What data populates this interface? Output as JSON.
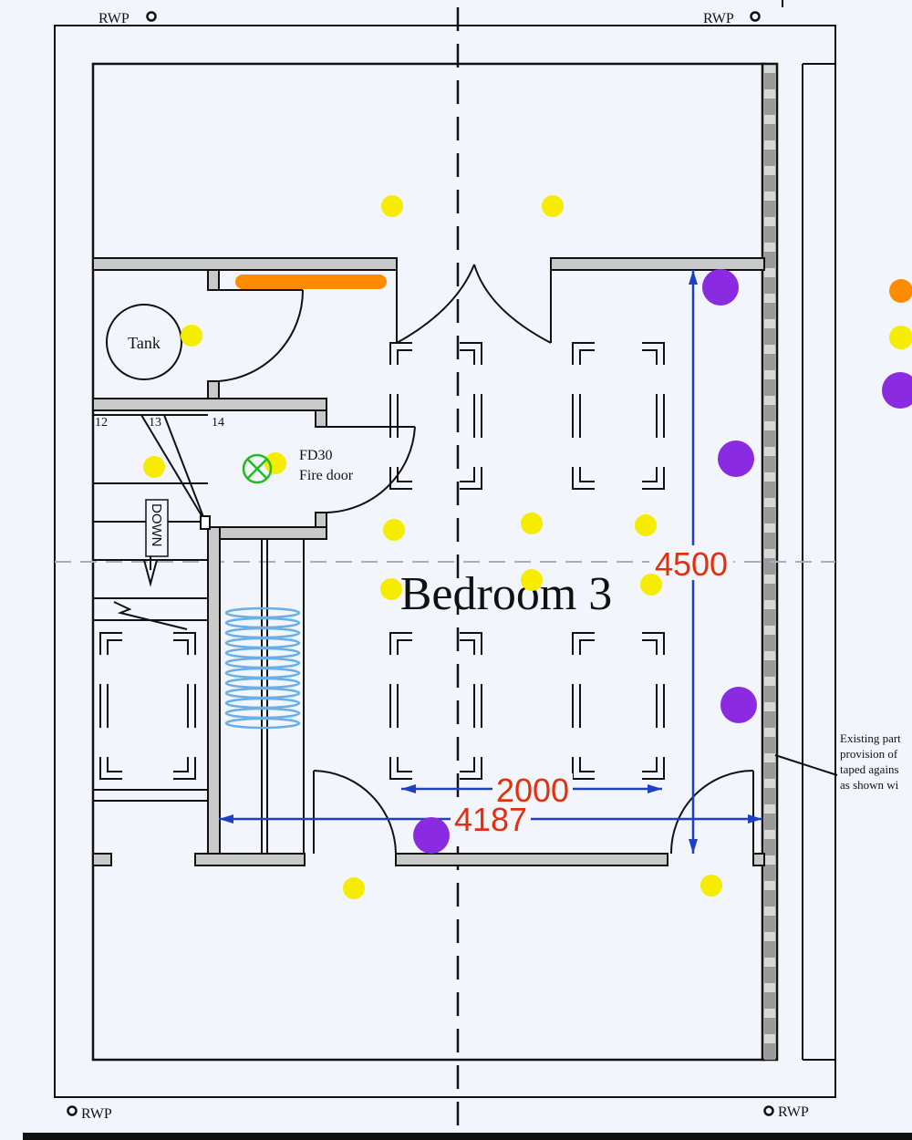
{
  "colors": {
    "background": "#f2f6fc",
    "line": "#111111",
    "wall_fill": "#c9c9c9",
    "dimension_line": "#1f3fc4",
    "dimension_text": "#e0300e",
    "spot_light": "#f5ec00",
    "strip_light": "#ff8c00",
    "downlight_large": "#8a2be2",
    "emergency_light": "#22bb22",
    "radiator": "#6aaee8"
  },
  "labels": {
    "rwp_top_left": "RWP",
    "rwp_top_right": "RWP",
    "rwp_bottom_left": "RWP",
    "rwp_bottom_right": "RWP",
    "tank": "Tank",
    "stair_12": "12",
    "stair_13": "13",
    "stair_14": "14",
    "fire_door_code": "FD30",
    "fire_door_label": "Fire door",
    "stair_direction": "DOWN",
    "room_name": "Bedroom 3"
  },
  "dimensions": {
    "room_length": "4500",
    "bed_width": "2000",
    "room_width": "4187"
  },
  "note": {
    "line1": "Existing part",
    "line2": "provision of",
    "line3": "taped agains",
    "line4": "as shown wi"
  },
  "legend": {
    "icons": [
      "strip-light-icon",
      "spot-light-icon",
      "downlight-icon"
    ]
  }
}
